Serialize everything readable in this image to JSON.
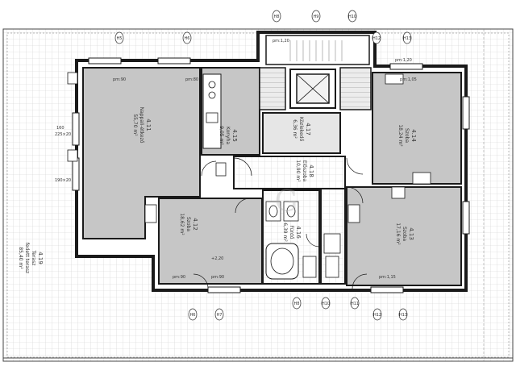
{
  "terrace": {
    "number": "4.19",
    "name": "Terasz",
    "area": "fedett terasz",
    "size": "85,40 m²"
  },
  "rooms": [
    {
      "key": "r411",
      "number": "4.11",
      "name": "Nappali-étkező",
      "area": "55,70 m²"
    },
    {
      "key": "r415",
      "number": "4.15",
      "name": "Konyha",
      "area": "9,05 m²"
    },
    {
      "key": "r417",
      "number": "4.17",
      "name": "Közlekedő",
      "area": "6,36 m²"
    },
    {
      "key": "r418",
      "number": "4.18",
      "name": "Előszoba",
      "area": "10,90 m²"
    },
    {
      "key": "r414",
      "number": "4.14",
      "name": "Szoba",
      "area": "18,24 m²"
    },
    {
      "key": "r412",
      "number": "4.12",
      "name": "Szoba",
      "area": "18,62 m²"
    },
    {
      "key": "r416",
      "number": "4.16",
      "name": "Fürdő",
      "area": "6,39 m²"
    },
    {
      "key": "r413",
      "number": "4.13",
      "name": "Szoba",
      "area": "17,16 m²"
    }
  ],
  "axes_top": [
    "H5",
    "H6",
    "H8",
    "H9",
    "H10",
    "H12",
    "H13"
  ],
  "axes_bottom": [
    "H6",
    "H7",
    "H8",
    "H10",
    "H11",
    "H12",
    "H13"
  ],
  "annotations": {
    "p1": "pm:90",
    "p2": "pm:80",
    "p3": "pm:1,20",
    "p4": "pm:90",
    "p5": "pm:1,05",
    "dim1": "160",
    "dim2": "225×20",
    "dim3": "190×20",
    "dim4": "+2,20",
    "dim5": "pm:1,15",
    "dim6": "pm:90",
    "dim7": "pm:1,20"
  },
  "watermark": "G",
  "colors": {
    "room": "#c6c6c6",
    "grid": "#cfcfcf",
    "wall": "#1a1a1a",
    "stair": "#d9d9d9"
  }
}
